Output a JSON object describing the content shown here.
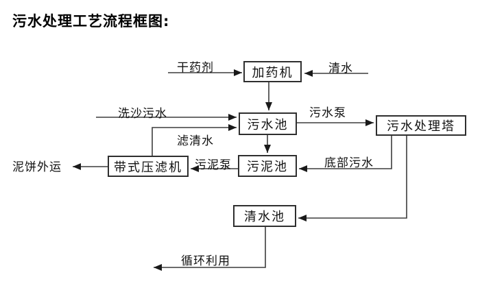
{
  "page": {
    "title": "污水处理工艺流程框图:"
  },
  "colors": {
    "background": "#ffffff",
    "line": "#3c3c3c",
    "box_border": "#2e2e2e",
    "text": "#111111"
  },
  "diagram": {
    "nodes": {
      "dosing_machine": {
        "label": "加药机"
      },
      "sewage_pool": {
        "label": "污水池"
      },
      "treatment_tower": {
        "label": "污水处理塔"
      },
      "sludge_pool": {
        "label": "污泥池"
      },
      "belt_filter_press": {
        "label": "带式压滤机"
      },
      "clean_water_pool": {
        "label": "清水池"
      }
    },
    "edge_labels": {
      "dry_agent": "干药剂",
      "clean_water": "清水",
      "sand_washing_sewage": "洗沙污水",
      "sewage_pump": "污水泵",
      "filtered_water": "滤清水",
      "sludge_pump": "污泥泵",
      "bottom_sewage": "底部污水",
      "mud_cake_out": "泥饼外运",
      "recycling": "循环利用"
    },
    "flows": [
      "干药剂 → 加药机",
      "清水 → 加药机",
      "加药机 → 污水池",
      "洗沙污水 → 污水池",
      "带式压滤机 →(滤清水)→ 污水池",
      "污水池 →(污水泵)→ 污水处理塔",
      "污水池 → 污泥池",
      "污水处理塔 →(底部污水)→ 污泥池",
      "污泥池 →(污泥泵)→ 带式压滤机",
      "带式压滤机 → 泥饼外运",
      "污水处理塔 → 清水池",
      "清水池 →(循环利用)→ 外部"
    ]
  }
}
